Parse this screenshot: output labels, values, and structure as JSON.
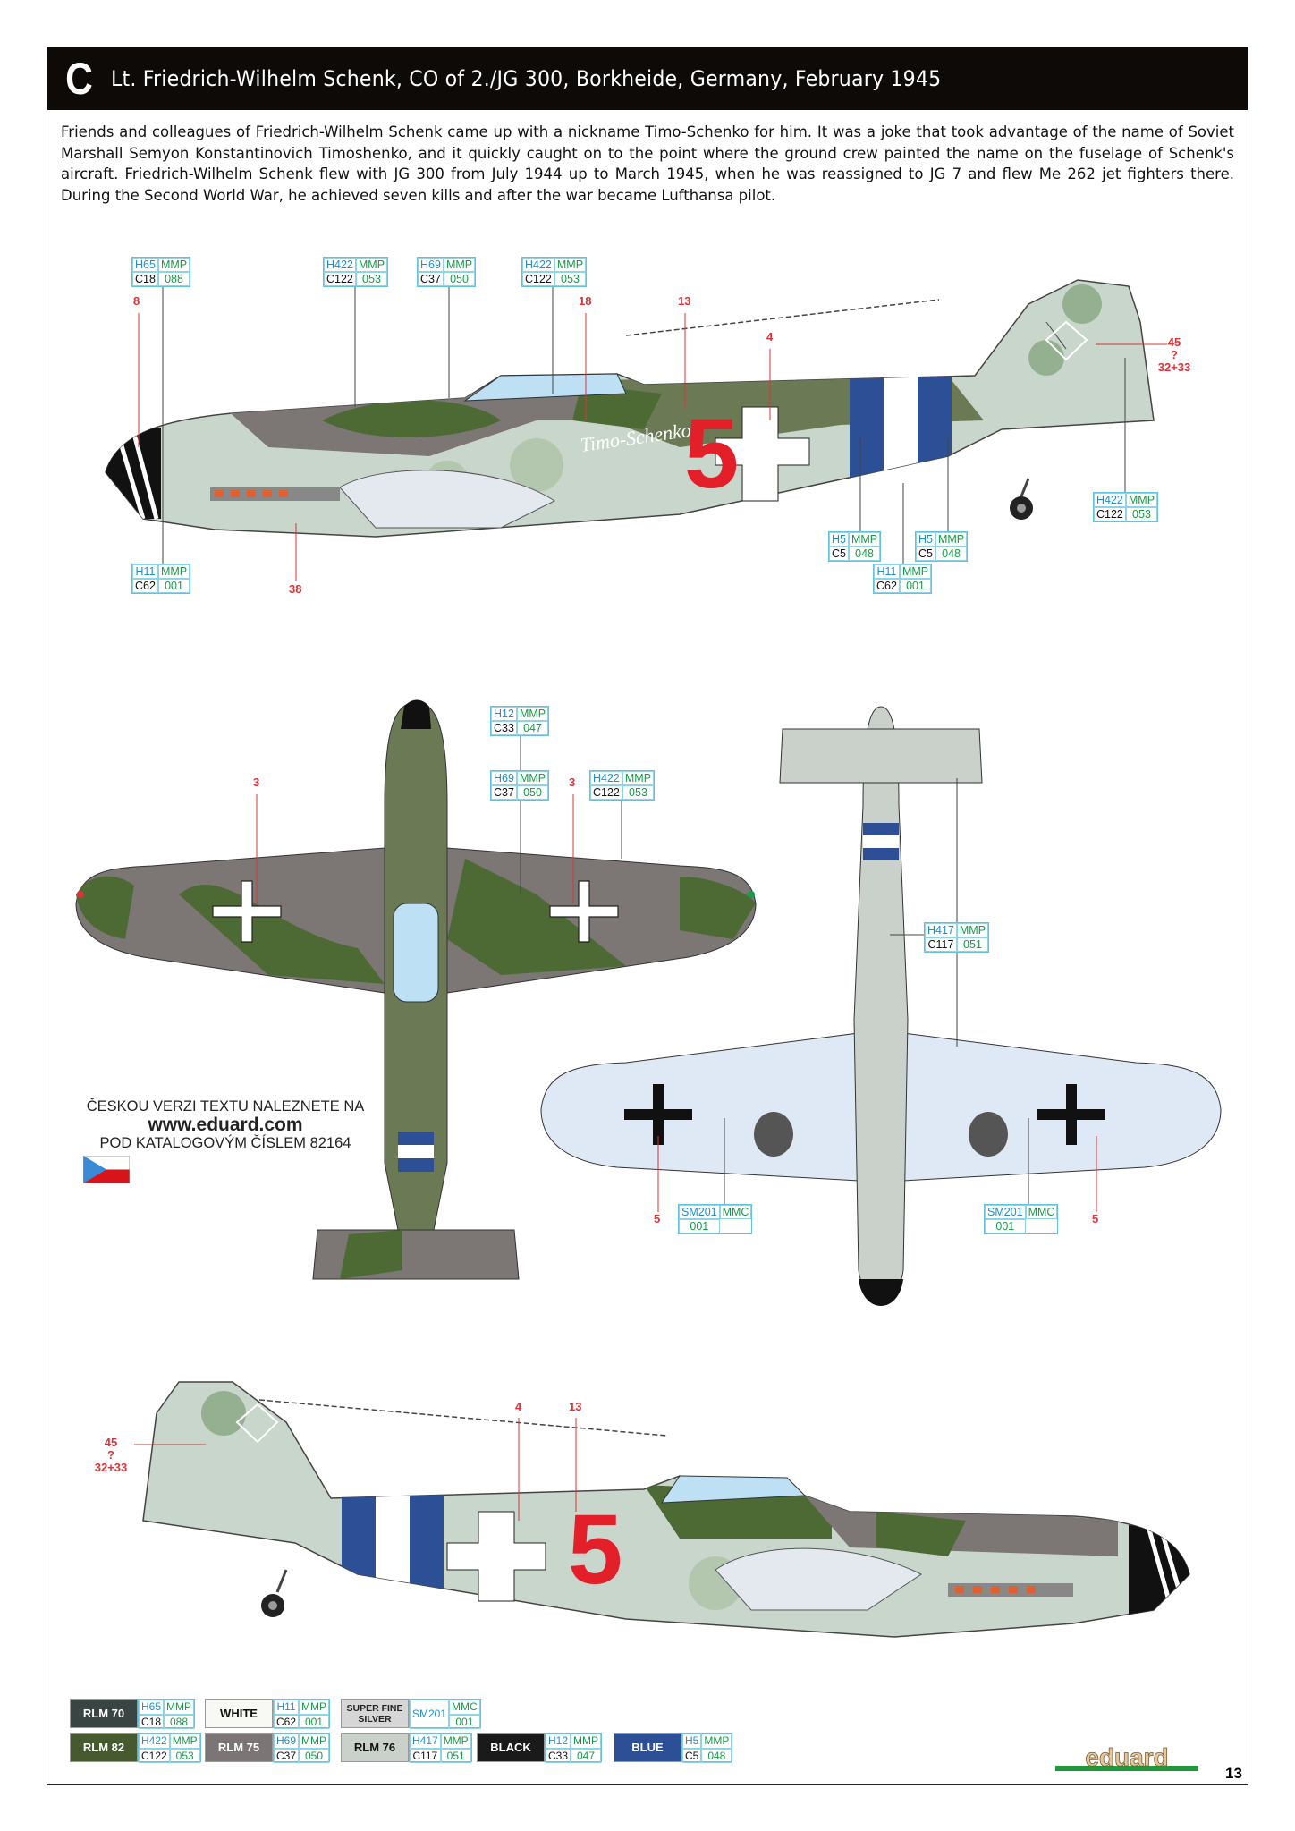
{
  "header": {
    "letter": "C",
    "title": "Lt. Friedrich-Wilhelm Schenk, CO of 2./JG 300, Borkheide, Germany, February 1945"
  },
  "intro": "Friends and colleagues of Friedrich-Wilhelm Schenk came up with a nickname Timo-Schenko for him. It was a joke that took advantage of the name of Soviet Marshall Semyon Konstantinovich Timoshenko, and it quickly caught on to the point where the ground crew painted the name on the fuselage of Schenk's aircraft. Friedrich-Wilhelm Schenk flew with JG 300 from July 1944 up to March 1945, when he was reassigned to JG 7 and flew Me 262 jet fighters there. During the Second World War, he achieved seven kills and after the war became Lufthansa pilot.",
  "markings": {
    "number": "5",
    "name": "Timo-Schenko"
  },
  "callouts": [
    {
      "h": "H65",
      "m1": "MMP",
      "c": "C18",
      "m2": "088"
    },
    {
      "h": "H422",
      "m1": "MMP",
      "c": "C122",
      "m2": "053"
    },
    {
      "h": "H69",
      "m1": "MMP",
      "c": "C37",
      "m2": "050"
    },
    {
      "h": "H422",
      "m1": "MMP",
      "c": "C122",
      "m2": "053"
    },
    {
      "h": "H422",
      "m1": "MMP",
      "c": "C122",
      "m2": "053"
    },
    {
      "h": "H5",
      "m1": "MMP",
      "c": "C5",
      "m2": "048"
    },
    {
      "h": "H5",
      "m1": "MMP",
      "c": "C5",
      "m2": "048"
    },
    {
      "h": "H11",
      "m1": "MMP",
      "c": "C62",
      "m2": "001"
    },
    {
      "h": "H11",
      "m1": "MMP",
      "c": "C62",
      "m2": "001"
    },
    {
      "h": "H12",
      "m1": "MMP",
      "c": "C33",
      "m2": "047"
    },
    {
      "h": "H69",
      "m1": "MMP",
      "c": "C37",
      "m2": "050"
    },
    {
      "h": "H422",
      "m1": "MMP",
      "c": "C122",
      "m2": "053"
    },
    {
      "h": "H417",
      "m1": "MMP",
      "c": "C117",
      "m2": "051"
    },
    {
      "h": "SM201",
      "m1": "MMC",
      "c": "",
      "m2": "001"
    },
    {
      "h": "SM201",
      "m1": "MMC",
      "c": "",
      "m2": "001"
    }
  ],
  "stencils": {
    "n8": "8",
    "n18": "18",
    "n13": "13",
    "n4": "4",
    "n38": "38",
    "n45": "45",
    "q": "?",
    "n3233": "32+33",
    "n3": "3",
    "n5": "5"
  },
  "czech_note": {
    "line1": "ČESKOU VERZI TEXTU NALEZNETE NA",
    "line2": "www.eduard.com",
    "line3": "POD KATALOGOVÝM ČÍSLEM 82164"
  },
  "legend": [
    {
      "name": "RLM 70",
      "color": "#3a4442",
      "text": "#fff",
      "h": "H65",
      "m1": "MMP",
      "c": "C18",
      "m2": "088"
    },
    {
      "name": "WHITE",
      "color": "#f8f8f4",
      "text": "#111",
      "h": "H11",
      "m1": "MMP",
      "c": "C62",
      "m2": "001"
    },
    {
      "name": "SUPER FINE SILVER",
      "color": "#d6d6d6",
      "text": "#222",
      "h": "SM201",
      "m1": "MMC",
      "c": "",
      "m2": "001"
    },
    {
      "name": "RLM 82",
      "color": "#46592f",
      "text": "#fff",
      "h": "H422",
      "m1": "MMP",
      "c": "C122",
      "m2": "053"
    },
    {
      "name": "RLM 75",
      "color": "#7b7675",
      "text": "#fff",
      "h": "H69",
      "m1": "MMP",
      "c": "C37",
      "m2": "050"
    },
    {
      "name": "RLM 76",
      "color": "#c9d1ca",
      "text": "#111",
      "h": "H417",
      "m1": "MMP",
      "c": "C117",
      "m2": "051"
    },
    {
      "name": "BLACK",
      "color": "#1a1a1a",
      "text": "#fff",
      "h": "H12",
      "m1": "MMP",
      "c": "C33",
      "m2": "047"
    },
    {
      "name": "BLUE",
      "color": "#2d4f96",
      "text": "#fff",
      "h": "H5",
      "m1": "MMP",
      "c": "C5",
      "m2": "048"
    }
  ],
  "brand": "eduard",
  "page_number": "13"
}
